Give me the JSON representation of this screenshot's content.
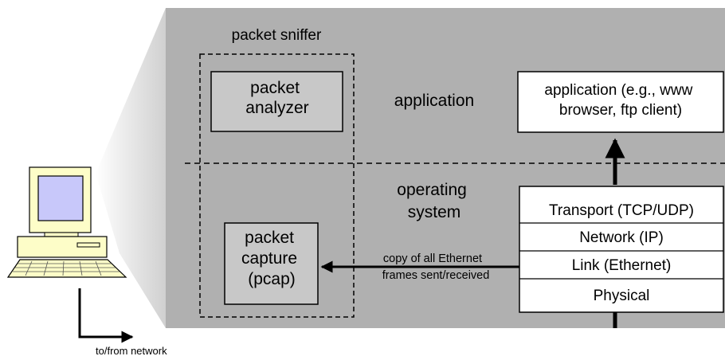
{
  "colors": {
    "panel": "#b0b0b0",
    "box_fill": "#c8c8c8",
    "computer_beige": "#fdfdc8",
    "screen_blue": "#c8c8fa",
    "line": "#000000",
    "white": "#ffffff"
  },
  "icons": {
    "computer": "desktop-computer-icon"
  },
  "labels": {
    "packet_sniffer": "packet sniffer",
    "packet_analyzer": [
      "packet",
      "analyzer"
    ],
    "application_layer": "application",
    "app_box": [
      "application (e.g., www",
      "browser, ftp client)"
    ],
    "operating_system": [
      "operating",
      "system"
    ],
    "packet_capture": [
      "packet",
      "capture",
      "(pcap)"
    ],
    "copy_note": [
      "copy of all Ethernet",
      "frames sent/received"
    ],
    "to_from_network": "to/from network"
  },
  "protocol_stack": [
    "Transport (TCP/UDP)",
    "Network (IP)",
    "Link (Ethernet)",
    "Physical"
  ]
}
